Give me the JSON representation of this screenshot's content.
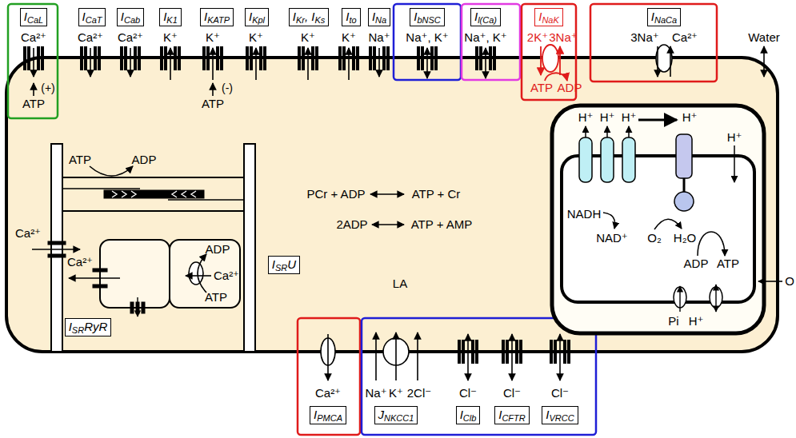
{
  "diagram": {
    "nodes": [
      {
        "text": [
          "ICaL"
        ]
      },
      {
        "text": [
          "ICaT"
        ]
      },
      {
        "text": [
          "ICab"
        ]
      },
      {
        "text": [
          "IK1"
        ]
      },
      {
        "text": [
          "IKATP"
        ]
      },
      {
        "text": [
          "IKpl"
        ]
      },
      {
        "text": [
          "IKr, IKs"
        ]
      },
      {
        "text": [
          "Ito"
        ]
      },
      {
        "text": [
          "INa"
        ]
      },
      {
        "text": [
          "IbNSC"
        ]
      },
      {
        "text": [
          "Il(Ca)"
        ]
      },
      {
        "text": [
          "INaK"
        ]
      },
      {
        "text": [
          "INaCa"
        ]
      },
      {
        "text": [
          "ISRRyR"
        ]
      },
      {
        "text": [
          "ISRU"
        ]
      },
      {
        "text": [
          "IPMCA"
        ]
      },
      {
        "text": [
          "JNKCC1"
        ]
      },
      {
        "text": [
          "IClb"
        ]
      },
      {
        "text": [
          "ICFTR"
        ]
      },
      {
        "text": [
          "IVRCC"
        ]
      }
    ],
    "labels": [
      "Ca²⁺",
      "Ca²⁺",
      "Ca²⁺",
      "K⁺",
      "K⁺",
      "K⁺",
      "K⁺",
      "K⁺",
      "Na⁺",
      "Na⁺, K⁺",
      "Na⁺, K⁺",
      "2K⁺",
      "3Na⁺",
      "3Na⁺",
      "Ca²⁺",
      "Water",
      "(+)",
      "ATP",
      "(-)",
      "ATP",
      "ATP",
      "ADP",
      "H⁺",
      "H⁺",
      "H⁺",
      "H⁺",
      "H⁺",
      "PCr + ADP",
      "ATP + Cr",
      "2ADP",
      "ATP + AMP",
      "ATP",
      "ADP",
      "NADH",
      "NAD⁺",
      "O₂",
      "H₂O",
      "ADP",
      "ATP",
      "O",
      "LA",
      "Ca²⁺",
      "Ca²⁺",
      "ADP",
      "Ca²⁺",
      "ATP",
      "Pi",
      "H⁺",
      "Ca²⁺",
      "Na⁺",
      "K⁺",
      "2Cl⁻",
      "Cl⁻",
      "Cl⁻",
      "Cl⁻"
    ]
  }
}
